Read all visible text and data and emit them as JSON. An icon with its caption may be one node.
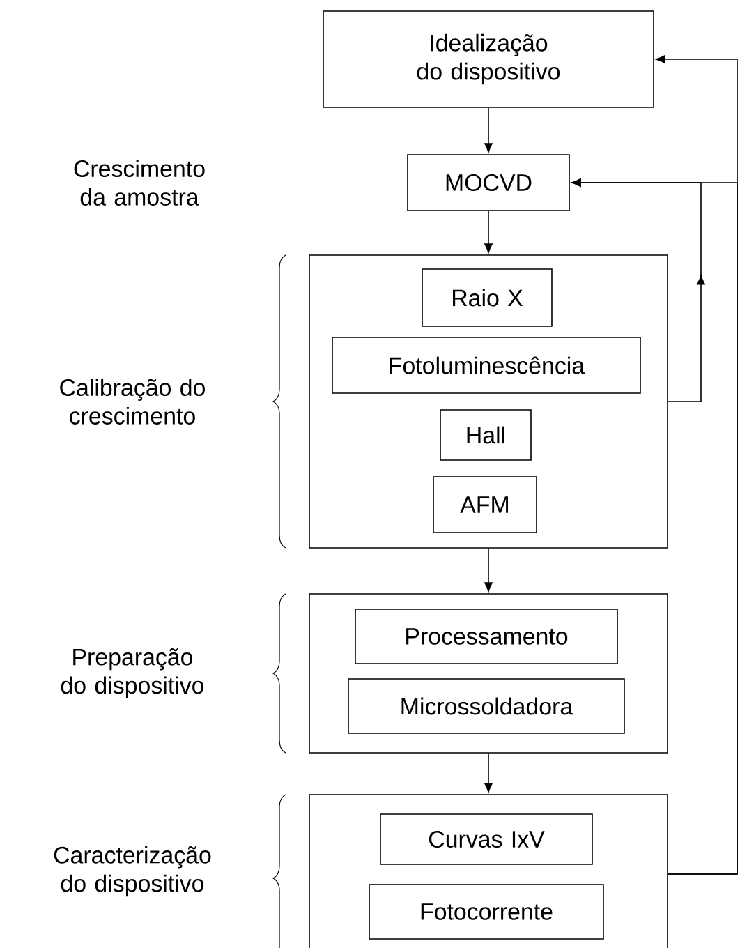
{
  "diagram": {
    "nodes": [
      {
        "text": [
          "Idealização do dispositivo"
        ]
      },
      {
        "text": [
          "MOCVD"
        ]
      },
      {
        "text": [],
        "shape": "box"
      },
      {
        "text": [
          "Raio X"
        ],
        "in": 2
      },
      {
        "text": [
          "Fotoluminescência"
        ],
        "in": 2
      },
      {
        "text": [
          "Hall"
        ],
        "in": 2
      },
      {
        "text": [
          "AFM"
        ],
        "in": 2
      },
      {
        "text": [],
        "shape": "box"
      },
      {
        "text": [
          "Processamento"
        ],
        "in": 7
      },
      {
        "text": [
          "Microssoldadora"
        ],
        "in": 7
      },
      {
        "text": [],
        "shape": "box"
      },
      {
        "text": [
          "Curvas IxV"
        ],
        "in": 10
      },
      {
        "text": [
          "Fotocorrente"
        ],
        "in": 10
      }
    ],
    "edges": [
      {
        "from": 0,
        "to": 1,
        "arrow": "to"
      },
      {
        "from": 1,
        "to": 2,
        "arrow": "to"
      },
      {
        "from": 2,
        "to": 1,
        "arrow": "to"
      },
      {
        "from": 2,
        "to": 7,
        "arrow": "to"
      },
      {
        "from": 7,
        "to": 10,
        "arrow": "to"
      },
      {
        "from": 10,
        "to": 0,
        "arrow": "to"
      },
      {
        "from": 10,
        "to": 1,
        "arrow": "to"
      }
    ],
    "labels": [
      "Crescimento da amostra",
      "Calibração do crescimento",
      "Preparação do dispositivo",
      "Caracterização do dispositivo"
    ]
  }
}
